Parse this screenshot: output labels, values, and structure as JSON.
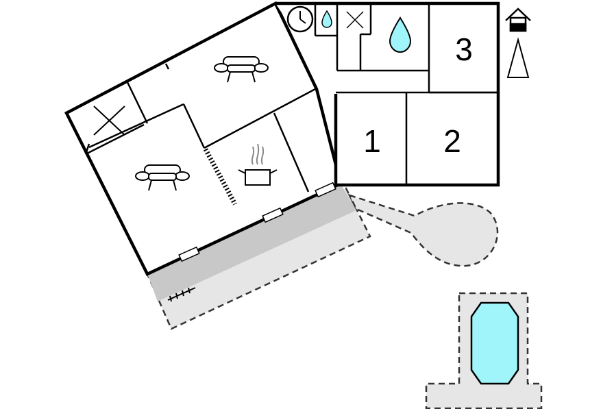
{
  "rooms": {
    "bedroom_1_label": "1",
    "bedroom_2_label": "2",
    "bedroom_3_label": "3"
  },
  "icons": {
    "living_room_sofa_top": "sofa-icon",
    "living_room_sofa_left": "sofa-icon",
    "kitchen": "cooking-pot-icon",
    "utility_clock": "clock-icon",
    "utility_water": "water-drop-icon",
    "bathroom": "water-drop-icon",
    "storage": "cross-icon",
    "entrance": "cross-icon",
    "house_entry": "house-entry-icon",
    "north": "north-arrow-icon"
  },
  "colors": {
    "wall": "#000000",
    "covered_terrace": "#c8c8c8",
    "open_terrace": "#e6e6e6",
    "pool_water": "#a0f5fa",
    "pool_deck": "#e6e6e6",
    "water_drop": "#a0f5fa"
  }
}
